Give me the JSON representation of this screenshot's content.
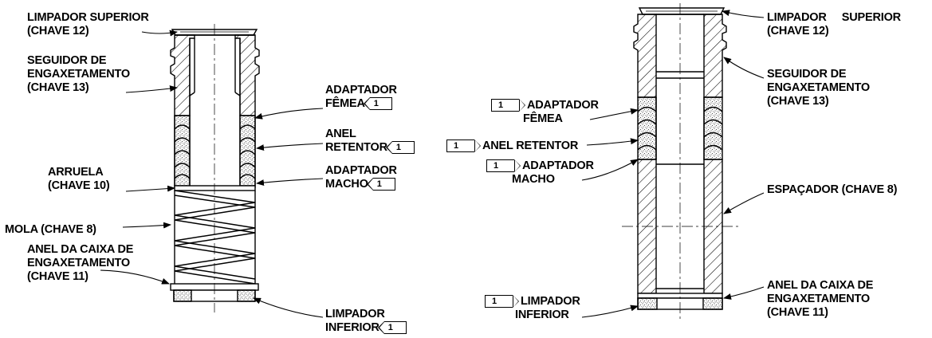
{
  "note_key": "1",
  "left": {
    "upper_wiper": [
      "LIMPADOR SUPERIOR",
      "(CHAVE 12)"
    ],
    "packing_follower": [
      "SEGUIDOR DE",
      "ENGAXETAMENTO",
      "(CHAVE 13)"
    ],
    "female_adaptor": [
      "ADAPTADOR",
      "FÊMEA"
    ],
    "retainer_ring": [
      "ANEL",
      "RETENTOR"
    ],
    "washer": [
      "ARRUELA",
      "(CHAVE 10)"
    ],
    "male_adaptor": [
      "ADAPTADOR",
      "MACHO"
    ],
    "spring": "MOLA (CHAVE 8)",
    "box_ring": [
      "ANEL DA CAIXA  DE",
      "ENGAXETAMENTO",
      "(CHAVE 11)"
    ],
    "lower_wiper": [
      "LIMPADOR",
      "INFERIOR"
    ]
  },
  "right": {
    "upper_wiper": [
      "LIMPADOR     SUPERIOR",
      "(CHAVE 12)"
    ],
    "packing_follower": [
      "SEGUIDOR DE",
      "ENGAXETAMENTO",
      "(CHAVE 13)"
    ],
    "female_adaptor": [
      "ADAPTADOR",
      "FÊMEA"
    ],
    "retainer_ring": "ANEL RETENTOR",
    "male_adaptor": [
      "ADAPTADOR",
      "MACHO"
    ],
    "spacer": "ESPAÇADOR (CHAVE 8)",
    "box_ring": [
      "ANEL DA CAIXA DE",
      "ENGAXETAMENTO",
      "(CHAVE 11)"
    ],
    "lower_wiper": [
      "LIMPADOR",
      "INFERIOR"
    ]
  }
}
